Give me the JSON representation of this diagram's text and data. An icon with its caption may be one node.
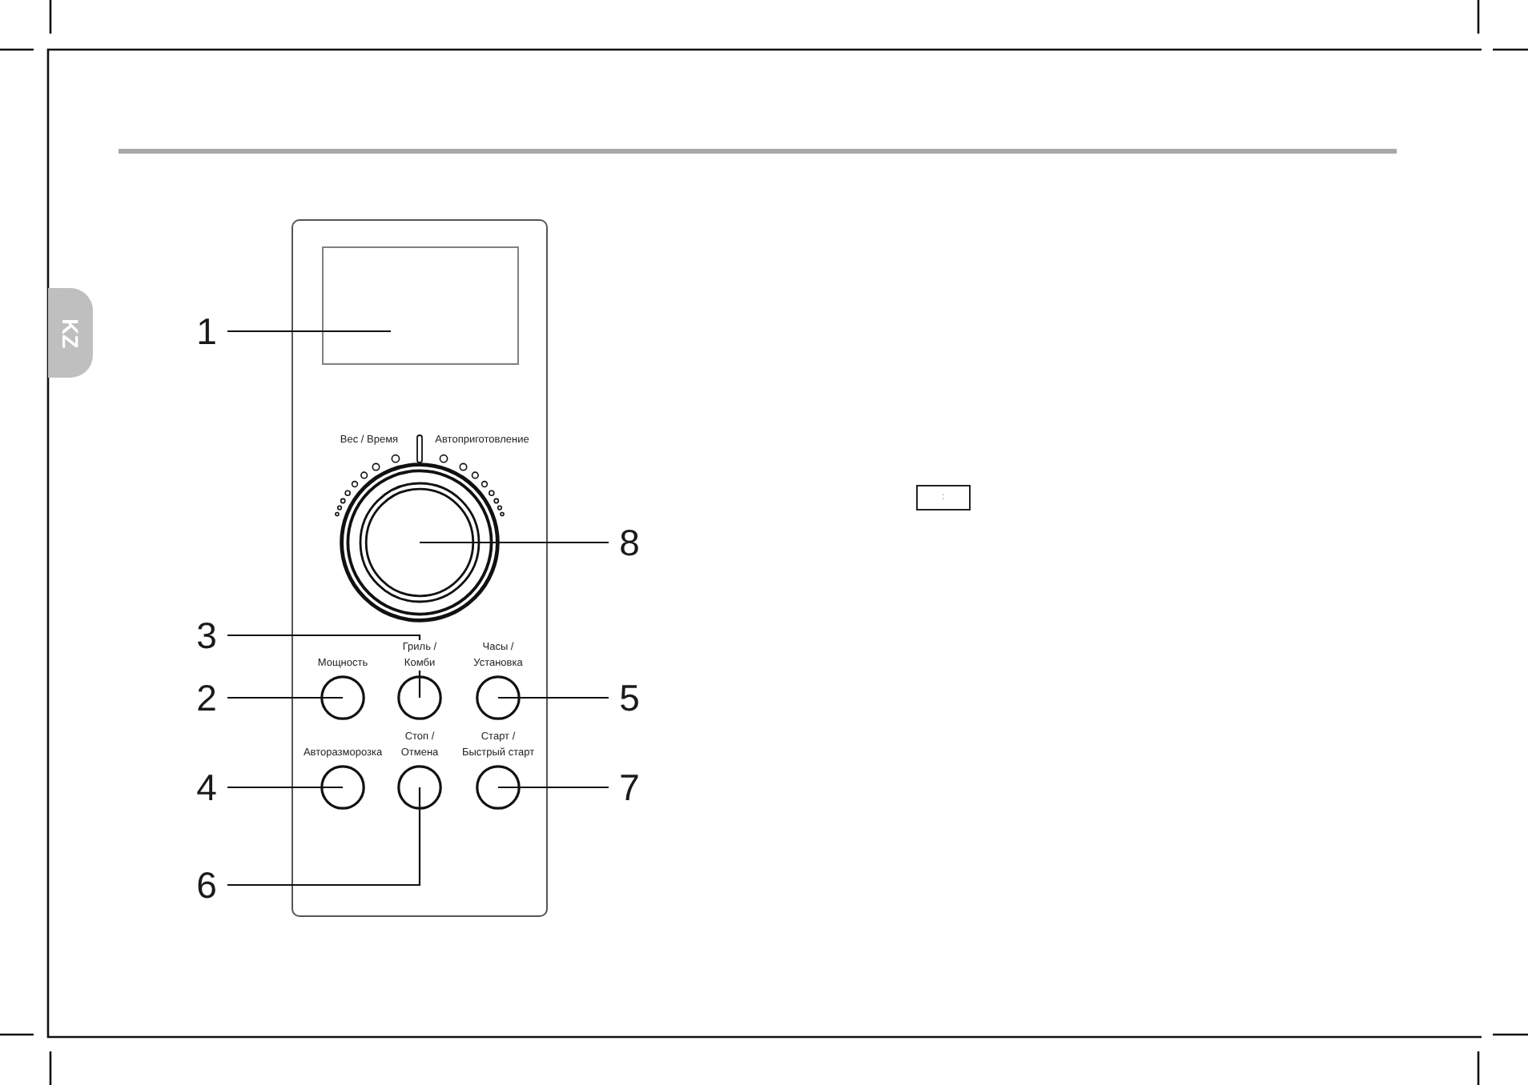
{
  "diagram": {
    "nodes": [
      {
        "text": [],
        "shape": "box"
      },
      {
        "text": [],
        "shape": "box",
        "in": 0
      },
      {
        "text": [
          "1"
        ]
      },
      {
        "text": [],
        "shape": "circle",
        "in": 0,
        "beside": [
          "Вес / Время",
          "Автоприготовление"
        ]
      },
      {
        "text": [
          "8"
        ]
      },
      {
        "text": [
          "3"
        ]
      },
      {
        "text": [
          "Мощность"
        ],
        "in": 0
      },
      {
        "text": [
          "Гриль / Комби"
        ],
        "in": 0
      },
      {
        "text": [
          "Часы / Установка"
        ],
        "in": 0
      },
      {
        "text": [
          "2"
        ]
      },
      {
        "text": [
          "5"
        ]
      },
      {
        "text": [
          "4"
        ]
      },
      {
        "text": [
          "Авторазморозка"
        ],
        "in": 0
      },
      {
        "text": [
          "Стоп / Отмена"
        ],
        "in": 0
      },
      {
        "text": [
          "Старт / Быстрый старт"
        ],
        "in": 0
      },
      {
        "text": [
          "7"
        ]
      },
      {
        "text": [
          "6"
        ]
      },
      {
        "text": [
          ":"
        ]
      }
    ],
    "edges": [
      {
        "from": 2,
        "to": 1,
        "arrow": "none"
      },
      {
        "from": 4,
        "to": 3,
        "arrow": "none"
      },
      {
        "from": 5,
        "to": 7,
        "arrow": "none"
      },
      {
        "from": 9,
        "to": 6,
        "arrow": "none"
      },
      {
        "from": 10,
        "to": 8,
        "arrow": "none"
      },
      {
        "from": 11,
        "to": 12,
        "arrow": "none"
      },
      {
        "from": 15,
        "to": 14,
        "arrow": "none"
      },
      {
        "from": 16,
        "to": 13,
        "arrow": "none"
      }
    ],
    "labels": [
      "KZ"
    ]
  }
}
